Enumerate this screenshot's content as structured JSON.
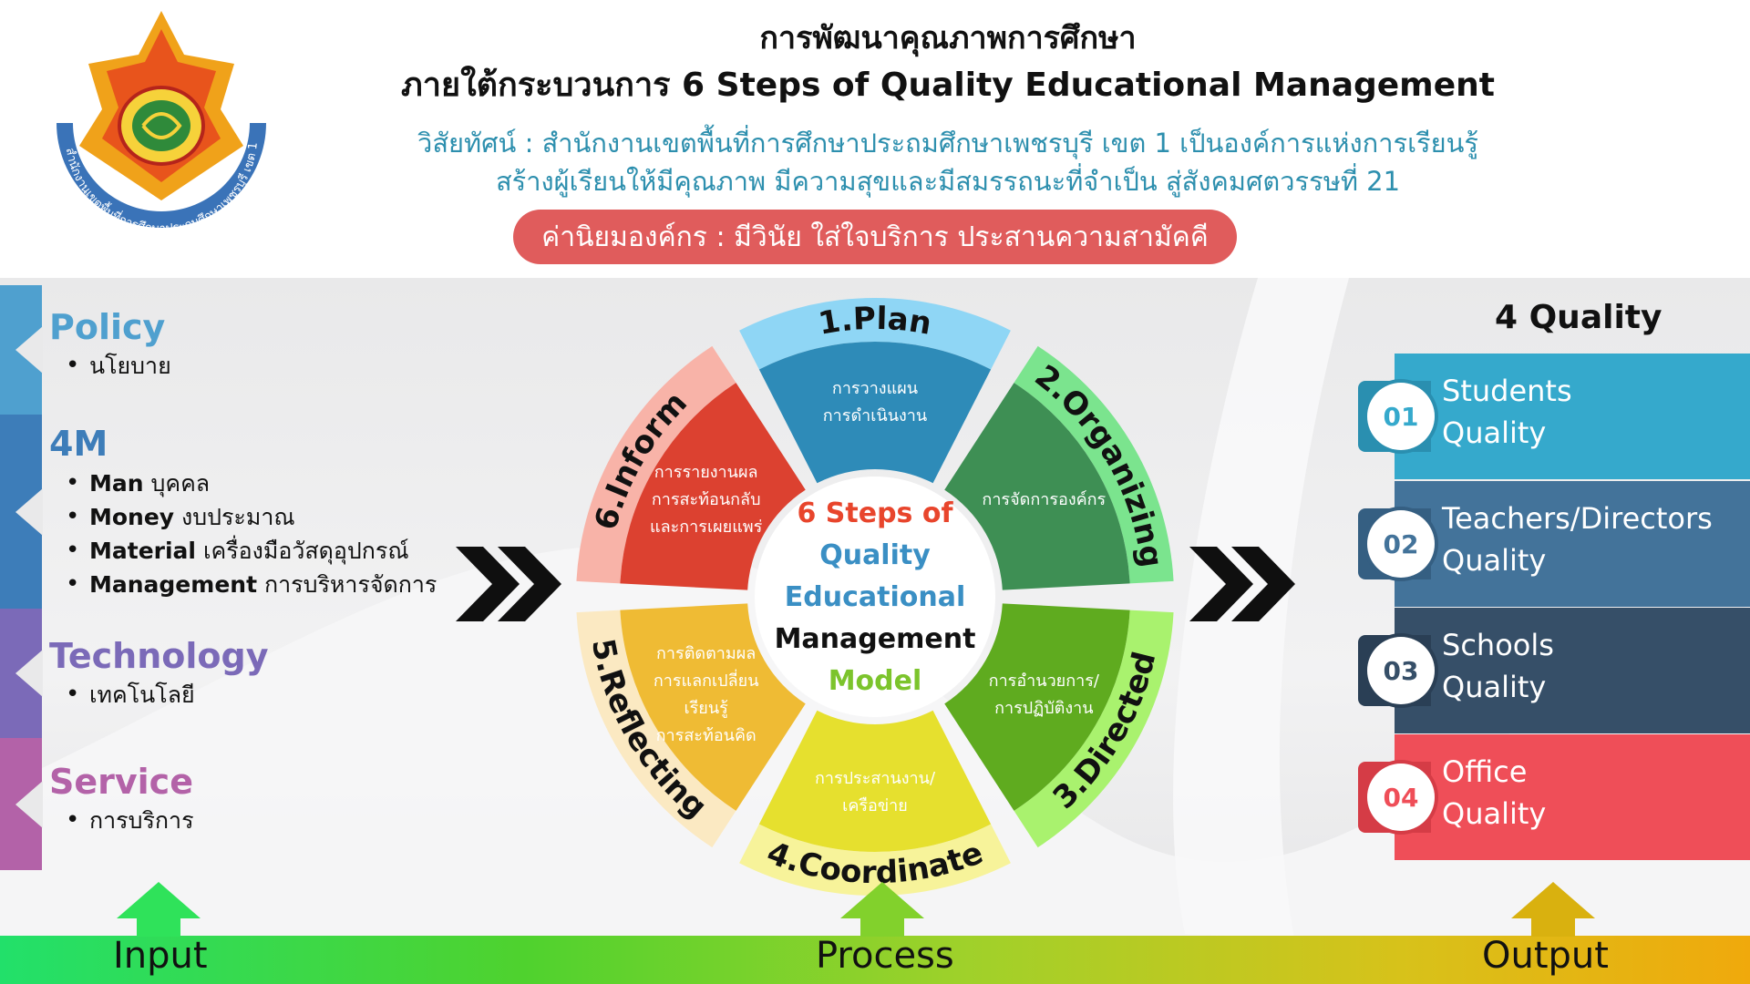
{
  "header": {
    "title_line1": "การพัฒนาคุณภาพการศึกษา",
    "title_line2": "ภายใต้กระบวนการ 6 Steps of Quality Educational Management",
    "vision_line1": "วิสัยทัศน์ : สำนักงานเขตพื้นที่การศึกษาประถมศึกษาเพชรบุรี เขต 1 เป็นองค์การแห่งการเรียนรู้",
    "vision_line2": "สร้างผู้เรียนให้มีคุณภาพ มีความสุขและมีสมรรถนะที่จำเป็น สู่สังคมศตวรรษที่ 21",
    "values": "ค่านิยมองค์กร : มีวินัย ใส่ใจบริการ ประสานความสามัคคี"
  },
  "logo": {
    "text": "สำนักงานเขตพื้นที่การศึกษาประถมศึกษาเพชรบุรี เขต 1",
    "band_color": "#3a73b8",
    "emblem_color": "#e8541c"
  },
  "inputs": [
    {
      "heading": "Policy",
      "color": "#4fa0cf",
      "items": [
        {
          "bold": "",
          "text": "นโยบาย"
        }
      ]
    },
    {
      "heading": "4M",
      "color": "#3d7db9",
      "items": [
        {
          "bold": "Man",
          "text": " บุคคล"
        },
        {
          "bold": "Money",
          "text": " งบประมาณ"
        },
        {
          "bold": "Material",
          "text": " เครื่องมือวัสดุอุปกรณ์"
        },
        {
          "bold": "Management",
          "text": " การบริหารจัดการ"
        }
      ]
    },
    {
      "heading": "Technology",
      "color": "#7b6ab8",
      "items": [
        {
          "bold": "",
          "text": "เทคโนโลยี"
        }
      ]
    },
    {
      "heading": "Service",
      "color": "#b362a8",
      "items": [
        {
          "bold": "",
          "text": "การบริการ"
        }
      ]
    }
  ],
  "wheel": {
    "center": [
      "6 Steps of",
      "Quality",
      "Educational",
      "Management",
      "Model"
    ],
    "center_colors": [
      "#e8452c",
      "#3a8fc4",
      "#3a8fc4",
      "#111111",
      "#7cc42c"
    ],
    "steps": [
      {
        "label": "1.Plan",
        "desc": [
          "การวางแผน",
          "การดำเนินงาน"
        ],
        "color": "#2e8bb8",
        "ring": "#8fd6f5"
      },
      {
        "label": "2.Organizing",
        "desc": [
          "การจัดการองค์กร"
        ],
        "color": "#3e8f54",
        "ring": "#7be48e"
      },
      {
        "label": "3.Directed",
        "desc": [
          "การอำนวยการ/",
          "การปฏิบัติงาน"
        ],
        "color": "#5fab1f",
        "ring": "#a9f26e"
      },
      {
        "label": "4.Coordinate",
        "desc": [
          "การประสานงาน/",
          "เครือข่าย"
        ],
        "color": "#e6e02e",
        "ring": "#f7f39a"
      },
      {
        "label": "5.Reflecting",
        "desc": [
          "การติดตามผล",
          "การแลกเปลี่ยน",
          "เรียนรู้",
          "การสะท้อนคิด"
        ],
        "color": "#efbb34",
        "ring": "#fbe9c2"
      },
      {
        "label": "6.Inform",
        "desc": [
          "การรายงานผล",
          "การสะท้อนกลับ",
          "และการเผยแพร่"
        ],
        "color": "#dc4130",
        "ring": "#f8b3a8"
      }
    ]
  },
  "outputs": {
    "title": "4 Quality",
    "cards": [
      {
        "num": "01",
        "line1": "Students",
        "line2": "Quality",
        "color": "#35a9cc",
        "dark": "#2a8fb0"
      },
      {
        "num": "02",
        "line1": "Teachers/Directors",
        "line2": "Quality",
        "color": "#43739a",
        "dark": "#355f82"
      },
      {
        "num": "03",
        "line1": "Schools",
        "line2": "Quality",
        "color": "#364f68",
        "dark": "#2a3f55"
      },
      {
        "num": "04",
        "line1": "Office",
        "line2": "Quality",
        "color": "#ef4e58",
        "dark": "#d53c46"
      }
    ]
  },
  "stages": {
    "input": "Input",
    "process": "Process",
    "output": "Output"
  },
  "icons": [
    "double-chevron-right-icon",
    "up-arrow-icon"
  ]
}
